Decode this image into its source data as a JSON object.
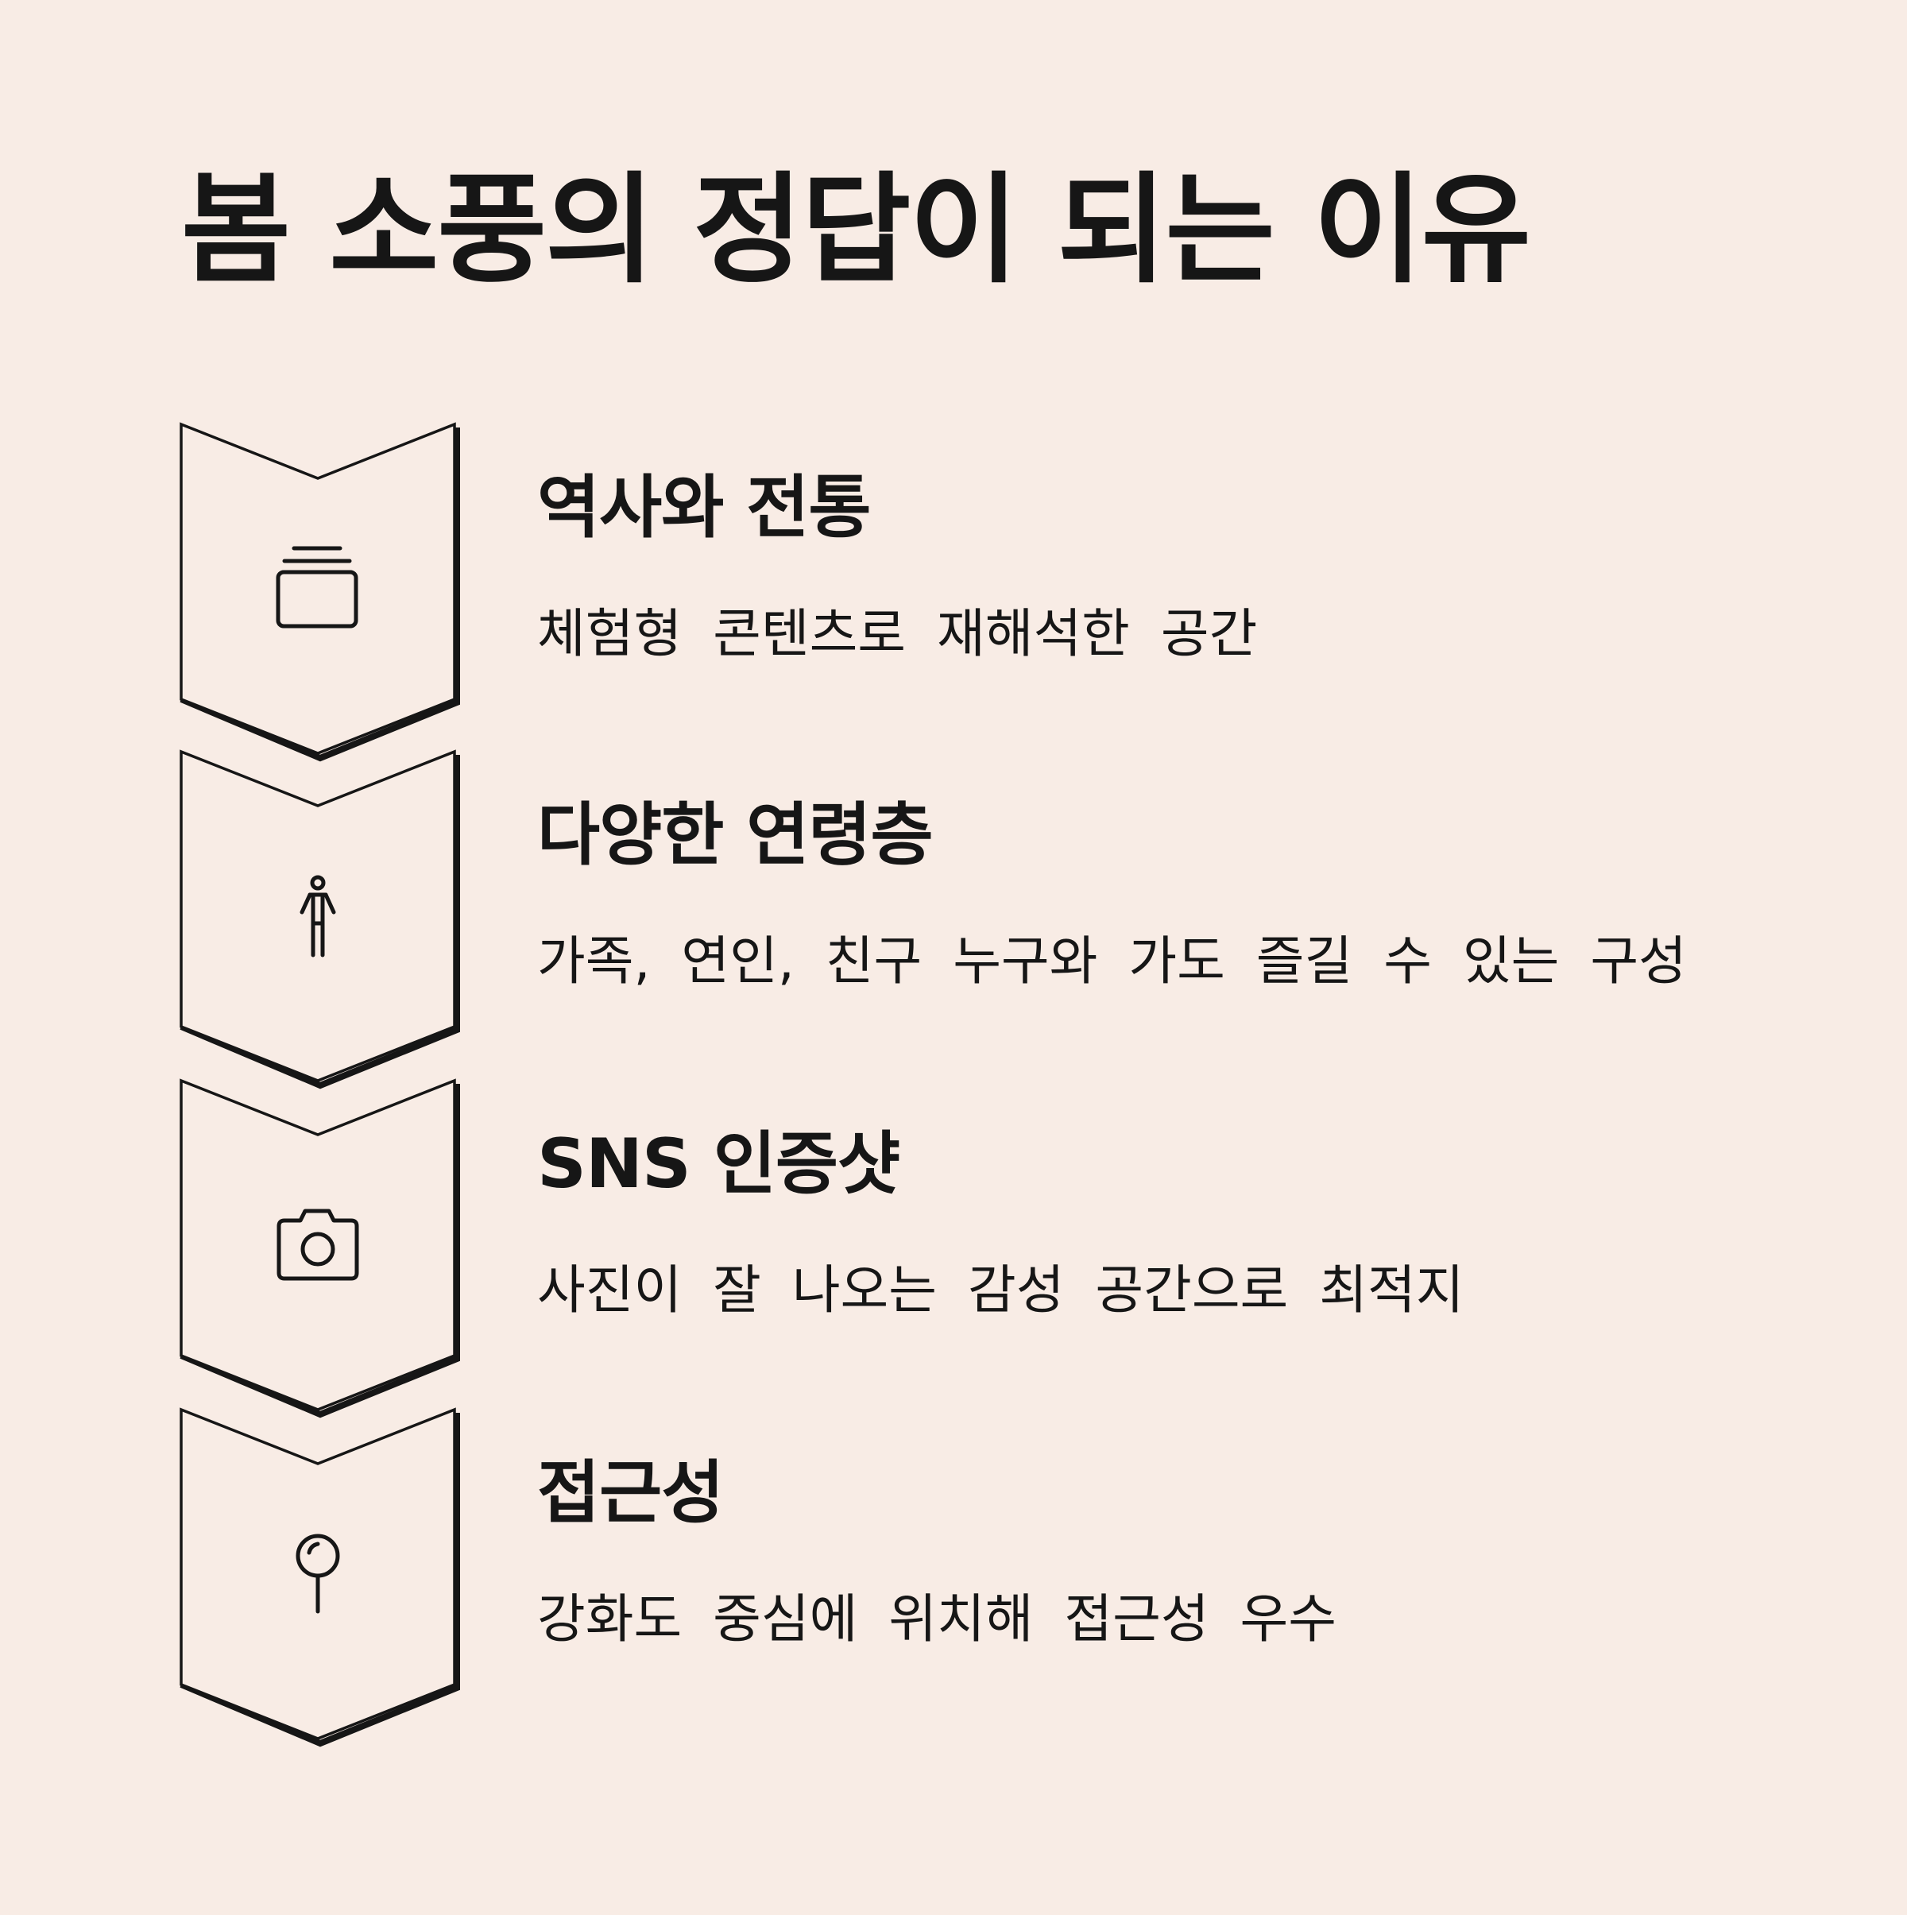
{
  "title": "봄 소풍의 정답이 되는 이유",
  "steps": [
    {
      "icon": "archive-box-icon",
      "heading": "역사와 전통",
      "description": "체험형 콘텐츠로 재해석한 공간"
    },
    {
      "icon": "person-icon",
      "heading": "다양한 연령층",
      "description": "가족, 연인, 친구 누구와 가도 즐길 수 있는 구성"
    },
    {
      "icon": "camera-icon",
      "heading": "SNS 인증샷",
      "description": "사진이 잘 나오는 감성 공간으로 최적지"
    },
    {
      "icon": "map-pin-icon",
      "heading": "접근성",
      "description": "강화도 중심에 위치해 접근성 우수"
    }
  ],
  "colors": {
    "background": "#F8ECE5",
    "ink": "#161616"
  }
}
